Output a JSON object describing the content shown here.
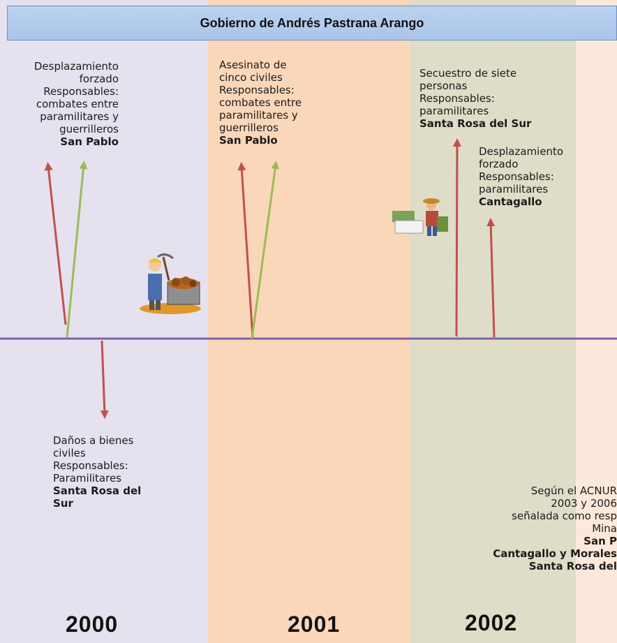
{
  "header": {
    "title": "Gobierno de Andrés Pastrana Arango"
  },
  "years": [
    "2000",
    "2001",
    "2002"
  ],
  "colors": {
    "band_2000": "#e6e1ee",
    "band_2001": "#fbd7b9",
    "band_2002": "#dfdcc8",
    "band_2003": "#fde9dc",
    "timeline": "#7a63a8",
    "arrow_red": "#c0504d",
    "arrow_green": "#9bbb59",
    "header_bg": "#b4cdec"
  },
  "events": {
    "e2000_up": {
      "lines": [
        "Desplazamiento",
        "forzado",
        "Responsables:",
        "combates entre",
        "paramilitares y",
        "guerrilleros"
      ],
      "place": "San Pablo"
    },
    "e2000_down": {
      "lines": [
        "Daños a bienes",
        "civiles",
        "Responsables:",
        "Paramilitares"
      ],
      "place_lines": [
        "Santa Rosa del",
        "Sur"
      ]
    },
    "e2001_up": {
      "lines": [
        "Asesinato de",
        "cinco civiles",
        "Responsables:",
        "combates entre",
        "paramilitares y",
        "guerrilleros"
      ],
      "place": "San Pablo"
    },
    "e2002_a": {
      "lines": [
        "Secuestro de siete",
        "personas",
        "Responsables:",
        "paramilitares"
      ],
      "place": "Santa Rosa del Sur"
    },
    "e2002_b": {
      "lines": [
        "Desplazamiento",
        "forzado",
        "Responsables:",
        "paramilitares"
      ],
      "place": "Cantagallo"
    },
    "e2003_note": {
      "lines": [
        "Según el ACNUR",
        "2003 y 2006",
        "señalada como resp",
        "Mina"
      ],
      "bold_lines": [
        "San P",
        "Cantagallo y Morales",
        "Santa Rosa del"
      ]
    }
  },
  "icons": [
    "miner-icon",
    "farmer-icon"
  ]
}
